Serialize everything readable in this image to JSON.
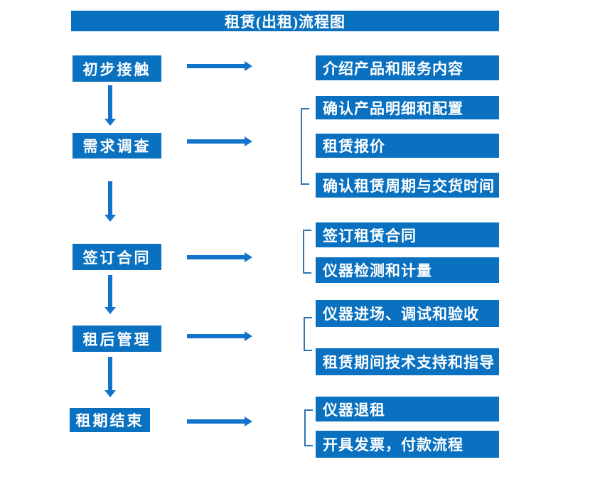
{
  "title": "租赁(出租)流程图",
  "colors": {
    "box_fill": "#0a71c0",
    "arrow": "#1273cc",
    "bracket": "#2e75b6",
    "text": "#ffffff",
    "background": "#ffffff"
  },
  "groups": [
    {
      "step": "初步接触",
      "items": [
        "介绍产品和服务内容"
      ]
    },
    {
      "step": "需求调查",
      "items": [
        "确认产品明细和配置",
        "租赁报价",
        "确认租赁周期与交货时间"
      ]
    },
    {
      "step": "签订合同",
      "items": [
        "签订租赁合同",
        "仪器检测和计量"
      ]
    },
    {
      "step": "租后管理",
      "items": [
        "仪器进场、调试和验收",
        "租赁期间技术支持和指导"
      ]
    },
    {
      "step": "租期结束",
      "items": [
        "仪器退租",
        "开具发票，付款流程"
      ]
    }
  ]
}
